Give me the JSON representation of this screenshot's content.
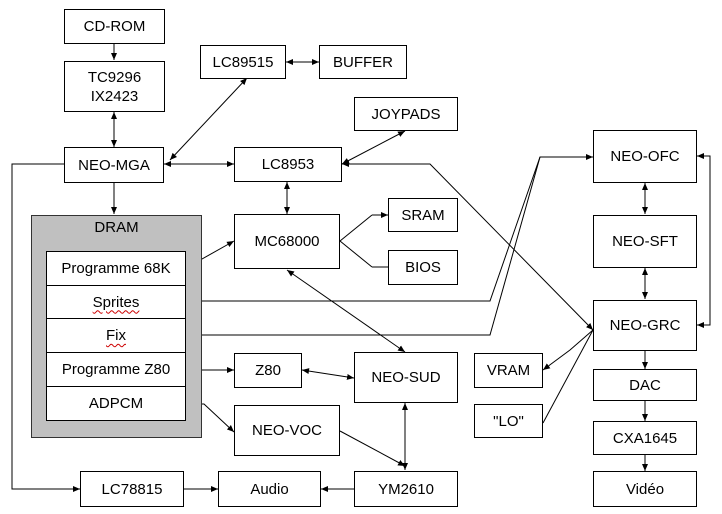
{
  "blocks": {
    "cdrom": "CD-ROM",
    "tc9296": "TC9296\nIX2423",
    "lc89515": "LC89515",
    "buffer": "BUFFER",
    "joypads": "JOYPADS",
    "neo_mga": "NEO-MGA",
    "lc8953": "LC8953",
    "mc68000": "MC68000",
    "sram": "SRAM",
    "bios": "BIOS",
    "z80": "Z80",
    "neo_sud": "NEO-SUD",
    "neo_voc": "NEO-VOC",
    "ym2610": "YM2610",
    "lc78815": "LC78815",
    "audio": "Audio",
    "neo_ofc": "NEO-OFC",
    "neo_sft": "NEO-SFT",
    "neo_grc": "NEO-GRC",
    "vram": "VRAM",
    "lo": "\"LO\"",
    "dac": "DAC",
    "cxa1645": "CXA1645",
    "video": "Vidéo"
  },
  "dram": {
    "title": "DRAM",
    "programme_68k": "Programme 68K",
    "sprites": "Sprites",
    "fix": "Fix",
    "programme_z80": "Programme Z80",
    "adpcm": "ADPCM"
  }
}
